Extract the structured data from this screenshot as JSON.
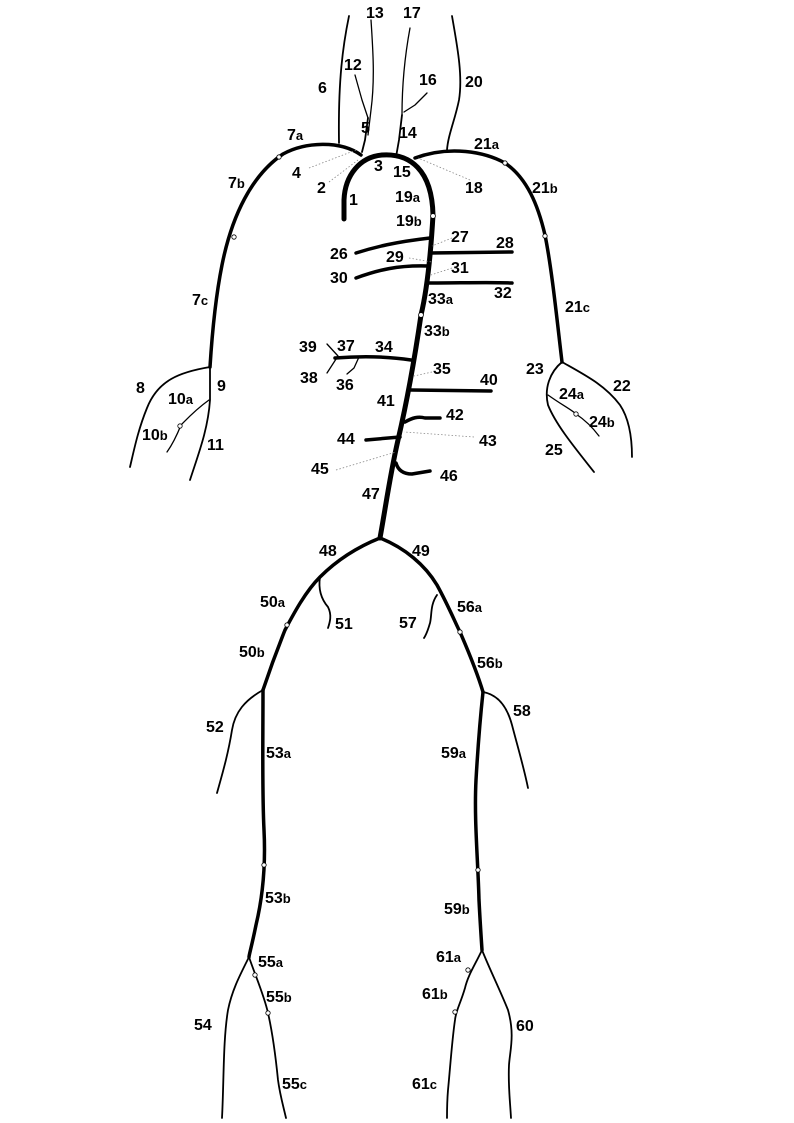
{
  "labels": {
    "l1": "1",
    "l2": "2",
    "l3": "3",
    "l4": "4",
    "l5": "5",
    "l6": "6",
    "l7a": "7a",
    "l7b": "7b",
    "l7c": "7c",
    "l8": "8",
    "l9": "9",
    "l10a": "10a",
    "l10b": "10b",
    "l11": "11",
    "l12": "12",
    "l13": "13",
    "l14": "14",
    "l15": "15",
    "l16": "16",
    "l17": "17",
    "l18": "18",
    "l19a": "19a",
    "l19b": "19b",
    "l20": "20",
    "l21a": "21a",
    "l21b": "21b",
    "l21c": "21c",
    "l22": "22",
    "l23": "23",
    "l24a": "24a",
    "l24b": "24b",
    "l25": "25",
    "l26": "26",
    "l27": "27",
    "l28": "28",
    "l29": "29",
    "l30": "30",
    "l31": "31",
    "l32": "32",
    "l33a": "33a",
    "l33b": "33b",
    "l34": "34",
    "l35": "35",
    "l36": "36",
    "l37": "37",
    "l38": "38",
    "l39": "39",
    "l40": "40",
    "l41": "41",
    "l42": "42",
    "l43": "43",
    "l44": "44",
    "l45": "45",
    "l46": "46",
    "l47": "47",
    "l48": "48",
    "l49": "49",
    "l50a": "50a",
    "l50b": "50b",
    "l51": "51",
    "l52": "52",
    "l53a": "53a",
    "l53b": "53b",
    "l54": "54",
    "l55a": "55a",
    "l55b": "55b",
    "l55c": "55c",
    "l56a": "56a",
    "l56b": "56b",
    "l57": "57",
    "l58": "58",
    "l59a": "59a",
    "l59b": "59b",
    "l60": "60",
    "l61a": "61a",
    "l61b": "61b",
    "l61c": "61c"
  }
}
